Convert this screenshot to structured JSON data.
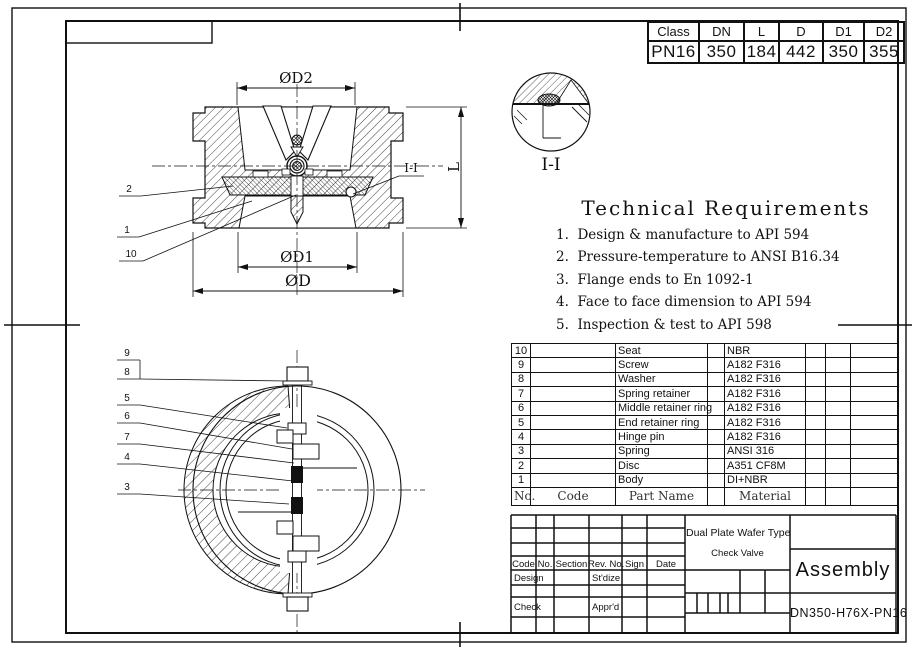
{
  "dim_table": {
    "headers": [
      "Class",
      "DN",
      "L",
      "D",
      "D1",
      "D2"
    ],
    "values": [
      "PN16",
      "350",
      "184",
      "442",
      "350",
      "355"
    ]
  },
  "tech_req": {
    "title": "Technical Requirements",
    "items": [
      "1.  Design & manufacture to API 594",
      "2.  Pressure-temperature to ANSI B16.34",
      "3.  Flange ends to En 1092-1",
      "4.  Face to face dimension to API 594",
      "5.  Inspection & test to API 598"
    ]
  },
  "section_view": {
    "dim_d2": "ØD2",
    "dim_d1": "ØD1",
    "dim_d": "ØD",
    "dim_l": "L",
    "detail_ref": "I-I",
    "callouts": {
      "c2": "2",
      "c1": "1",
      "c10": "10"
    }
  },
  "detail_view": {
    "label": "I-I"
  },
  "front_view": {
    "callouts": {
      "c9": "9",
      "c8": "8",
      "c5": "5",
      "c6": "6",
      "c7": "7",
      "c4": "4",
      "c3": "3"
    }
  },
  "parts_table": {
    "col_no": "No.",
    "col_code": "Code",
    "col_part": "Part Name",
    "col_material": "Material",
    "rows": [
      {
        "no": "10",
        "part": "Seat",
        "material": "NBR"
      },
      {
        "no": "9",
        "part": "Screw",
        "material": "A182 F316"
      },
      {
        "no": "8",
        "part": "Washer",
        "material": "A182 F316"
      },
      {
        "no": "7",
        "part": "Spring retainer",
        "material": "A182 F316"
      },
      {
        "no": "6",
        "part": "Middle retainer ring",
        "material": "A182 F316"
      },
      {
        "no": "5",
        "part": "End retainer ring",
        "material": "A182 F316"
      },
      {
        "no": "4",
        "part": "Hinge pin",
        "material": "A182 F316"
      },
      {
        "no": "3",
        "part": "Spring",
        "material": "ANSI 316"
      },
      {
        "no": "2",
        "part": "Disc",
        "material": "A351 CF8M"
      },
      {
        "no": "1",
        "part": "Body",
        "material": "DI+NBR"
      }
    ]
  },
  "title_block": {
    "code": "Code",
    "no": "No.",
    "section": "Section",
    "rev_no": "Rev. No.",
    "sign": "Sign",
    "date": "Date",
    "design": "Design",
    "stdize": "St'dize",
    "check": "Check",
    "apprd": "Appr'd",
    "product_line1": "Dual Plate Wafer Type",
    "product_line2": "Check Valve",
    "drawing_title": "Assembly",
    "drawing_no": "DN350-H76X-PN16"
  }
}
